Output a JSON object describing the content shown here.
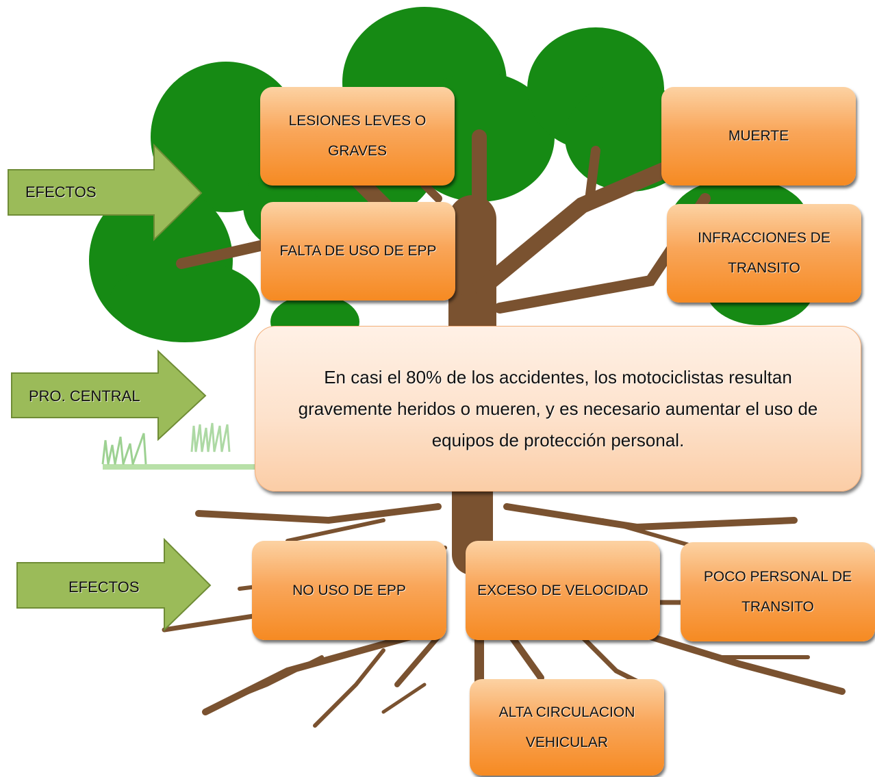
{
  "arrows": {
    "top_label": "EFECTOS",
    "middle_label": "PRO. CENTRAL",
    "bottom_label": "EFECTOS"
  },
  "effects": {
    "lesiones": "LESIONES LEVES O GRAVES",
    "muerte": "MUERTE",
    "falta_uso": "FALTA DE USO DE EPP",
    "infracciones": "INFRACCIONES DE TRANSITO"
  },
  "central_problem": "En casi el 80% de los accidentes, los motociclistas resultan gravemente heridos o mueren, y es necesario aumentar el uso de equipos de protección personal.",
  "causes": {
    "no_uso": "NO USO DE EPP",
    "exceso": "EXCESO DE VELOCIDAD",
    "poco_personal": "POCO PERSONAL DE TRANSITO",
    "alta_circulacion": "ALTA CIRCULACION VEHICULAR"
  },
  "colors": {
    "foliage": "#1a8a16",
    "trunk": "#7a5230",
    "arrow_fill": "#9bbb59",
    "box_orange": "#f79646"
  }
}
